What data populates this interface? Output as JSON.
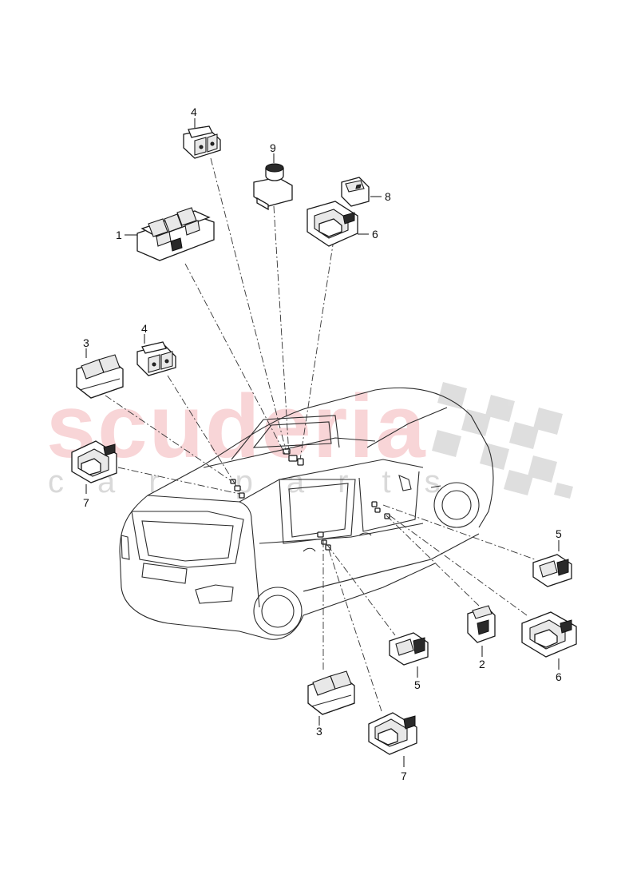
{
  "diagram": {
    "watermark_main": "scuderia",
    "watermark_sub": "car parts",
    "callouts": [
      "4",
      "9",
      "8",
      "1",
      "6",
      "3",
      "4",
      "7",
      "5",
      "2",
      "5",
      "6",
      "3",
      "7"
    ]
  }
}
